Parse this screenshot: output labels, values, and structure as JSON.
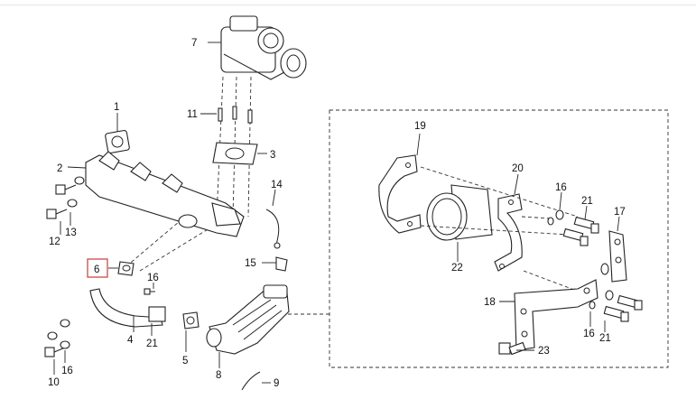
{
  "diagram": {
    "callouts": [
      "1",
      "2",
      "3",
      "4",
      "5",
      "6",
      "7",
      "8",
      "9",
      "10",
      "11",
      "12",
      "13",
      "14",
      "15",
      "16",
      "16",
      "16",
      "17",
      "18",
      "19",
      "20",
      "21",
      "21",
      "21",
      "22",
      "23"
    ],
    "highlighted_callout": "6",
    "highlight_color": "#d9534f"
  }
}
